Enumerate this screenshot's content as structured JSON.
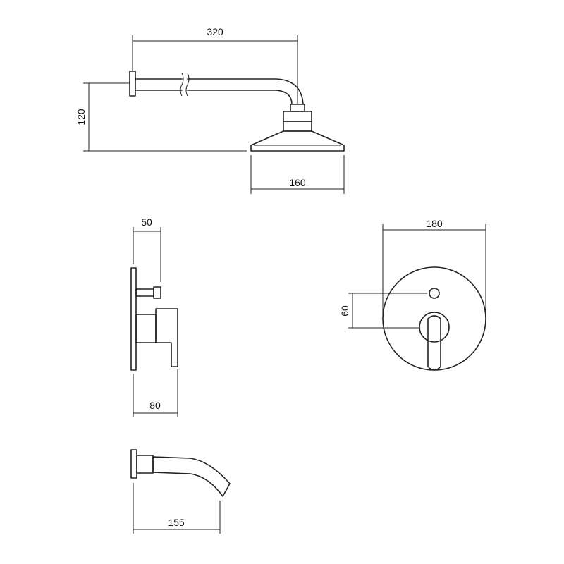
{
  "dimensions": {
    "arm_length": "320",
    "arm_height": "120",
    "head_diameter": "160",
    "valve_depth": "50",
    "handle_depth": "80",
    "plate_diameter": "180",
    "handle_offset": "60",
    "spout_length": "155"
  },
  "colors": {
    "line": "#222222",
    "background": "#ffffff"
  }
}
